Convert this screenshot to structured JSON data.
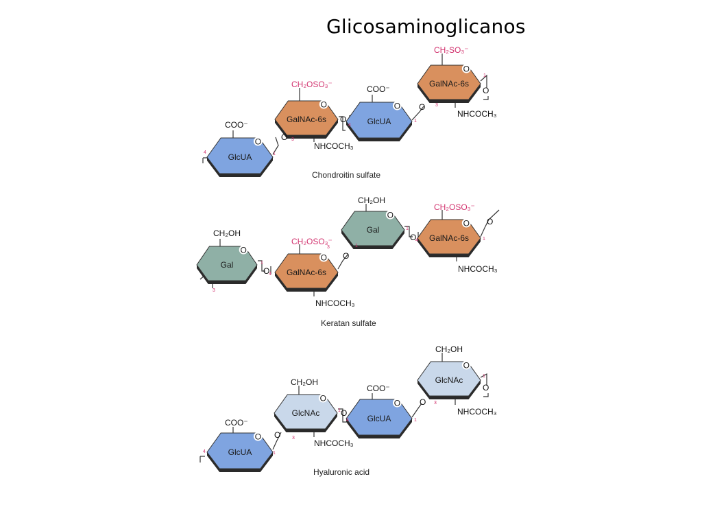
{
  "title": "Glicosaminoglicanos",
  "colors": {
    "glcua": "#7fa4e0",
    "galnac": "#d9905e",
    "gal": "#8fb0a6",
    "glcnac": "#c9d8ea",
    "substituent_pink": "#d2326e"
  },
  "labels": {
    "glcua": "GlcUA",
    "galnac6s": "GalNAc-6s",
    "gal": "Gal",
    "glcnac": "GlcNAc",
    "coo": "COO⁻",
    "ch2oso3": "CH₂OSO₃⁻",
    "ch2so3": "CH₂SO₃⁻",
    "ch2oh": "CH₂OH",
    "nhcoch3": "NHCOCH₃",
    "o": "O",
    "n1": "1",
    "n3": "3",
    "n4": "4"
  },
  "captions": {
    "chondroitin": "Chondroitin sulfate",
    "keratan": "Keratan sulfate",
    "hyaluronic": "Hyaluronic acid"
  }
}
